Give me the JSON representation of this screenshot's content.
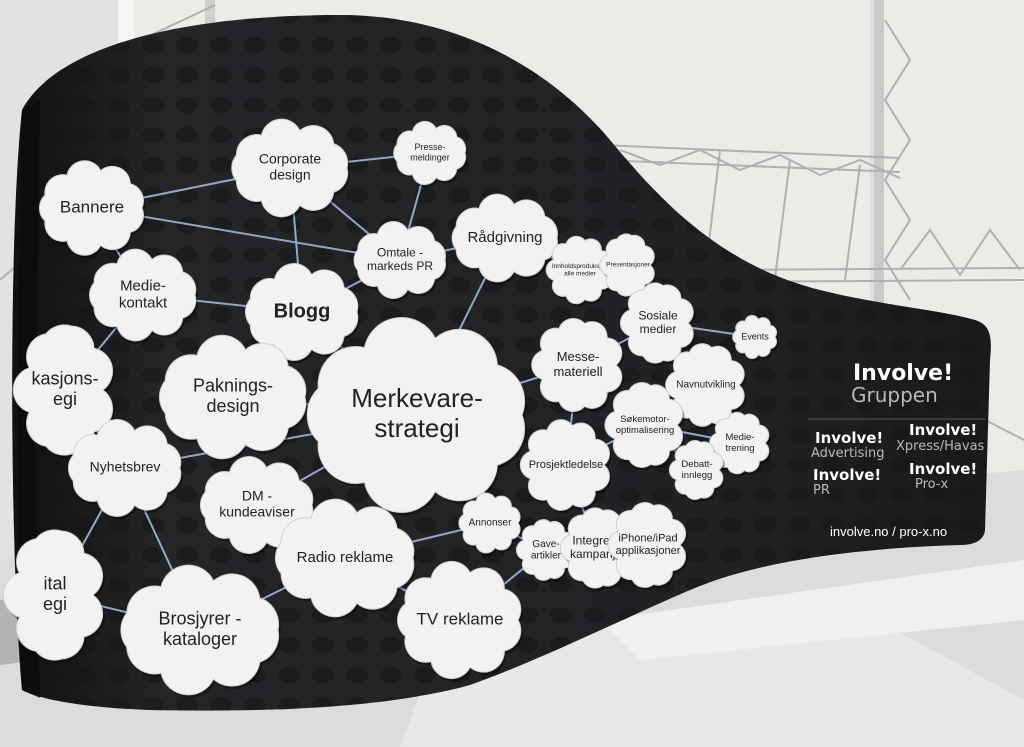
{
  "clouds": [
    {
      "id": "bannere",
      "lines": [
        "Bannere"
      ]
    },
    {
      "id": "corporate-design",
      "lines": [
        "Corporate",
        "design"
      ]
    },
    {
      "id": "pressemeldinger",
      "lines": [
        "Presse-",
        "meldinger"
      ]
    },
    {
      "id": "omtale-markeds-pr",
      "lines": [
        "Omtale -",
        "markeds PR"
      ]
    },
    {
      "id": "radgivning",
      "lines": [
        "Rådgivning"
      ]
    },
    {
      "id": "innholdsproduksjon",
      "lines": [
        "Innholdsproduksjon",
        "alle medier"
      ]
    },
    {
      "id": "presentasjoner",
      "lines": [
        "Presentasjoner"
      ]
    },
    {
      "id": "mediekontakt",
      "lines": [
        "Medie-",
        "kontakt"
      ]
    },
    {
      "id": "blogg",
      "lines": [
        "Blogg"
      ]
    },
    {
      "id": "sosiale-medier",
      "lines": [
        "Sosiale",
        "medier"
      ]
    },
    {
      "id": "events",
      "lines": [
        "Events"
      ]
    },
    {
      "id": "kasjonsstrategi",
      "lines": [
        "kasjons-",
        "egi"
      ]
    },
    {
      "id": "pakningsdesign",
      "lines": [
        "Paknings-",
        "design"
      ]
    },
    {
      "id": "merkevarestrategi",
      "lines": [
        "Merkevare-",
        "strategi"
      ]
    },
    {
      "id": "messemateriell",
      "lines": [
        "Messe-",
        "materiell"
      ]
    },
    {
      "id": "navnutvikling",
      "lines": [
        "Navnutvikling"
      ]
    },
    {
      "id": "sokemotoroptimalisering",
      "lines": [
        "Søkemotor-",
        "optimalisering"
      ]
    },
    {
      "id": "medietrening",
      "lines": [
        "Medie-",
        "trening"
      ]
    },
    {
      "id": "nyhetsbrev",
      "lines": [
        "Nyhetsbrev"
      ]
    },
    {
      "id": "prosjektledelse",
      "lines": [
        "Prosjektledelse"
      ]
    },
    {
      "id": "debattinnlegg",
      "lines": [
        "Debatt-",
        "innlegg"
      ]
    },
    {
      "id": "dm-kundeaviser",
      "lines": [
        "DM -",
        "kundeaviser"
      ]
    },
    {
      "id": "annonser",
      "lines": [
        "Annonser"
      ]
    },
    {
      "id": "gaveartikler",
      "lines": [
        "Gave-",
        "artikler"
      ]
    },
    {
      "id": "integrerte-kampanjer",
      "lines": [
        "Integrerte",
        "kampanjer"
      ]
    },
    {
      "id": "iphone-ipad",
      "lines": [
        "iPhone/iPad",
        "applikasjoner"
      ]
    },
    {
      "id": "digital-strategi",
      "lines": [
        "ital",
        "egi"
      ]
    },
    {
      "id": "radio-reklame",
      "lines": [
        "Radio reklame"
      ]
    },
    {
      "id": "brosjyrer-kataloger",
      "lines": [
        "Brosjyrer -",
        "kataloger"
      ]
    },
    {
      "id": "tv-reklame",
      "lines": [
        "TV reklame"
      ]
    }
  ],
  "brand": {
    "group_logo": "Involve!",
    "group_name": "Gruppen",
    "advertising_logo": "Involve!",
    "advertising_name": "Advertising",
    "xpress_logo": "Involve!",
    "xpress_name": "Xpress/Havas",
    "pr_logo": "Involve!",
    "pr_name": "PR",
    "prox_logo": "Involve!",
    "prox_name": "Pro-x",
    "url": "involve.no / pro-x.no"
  },
  "colors": {
    "banner": "#1f1f22",
    "connector": "#9fb6d8",
    "cloud": "#f2f2f2",
    "tent": "#ececea",
    "floor": "#d9d9d9"
  }
}
